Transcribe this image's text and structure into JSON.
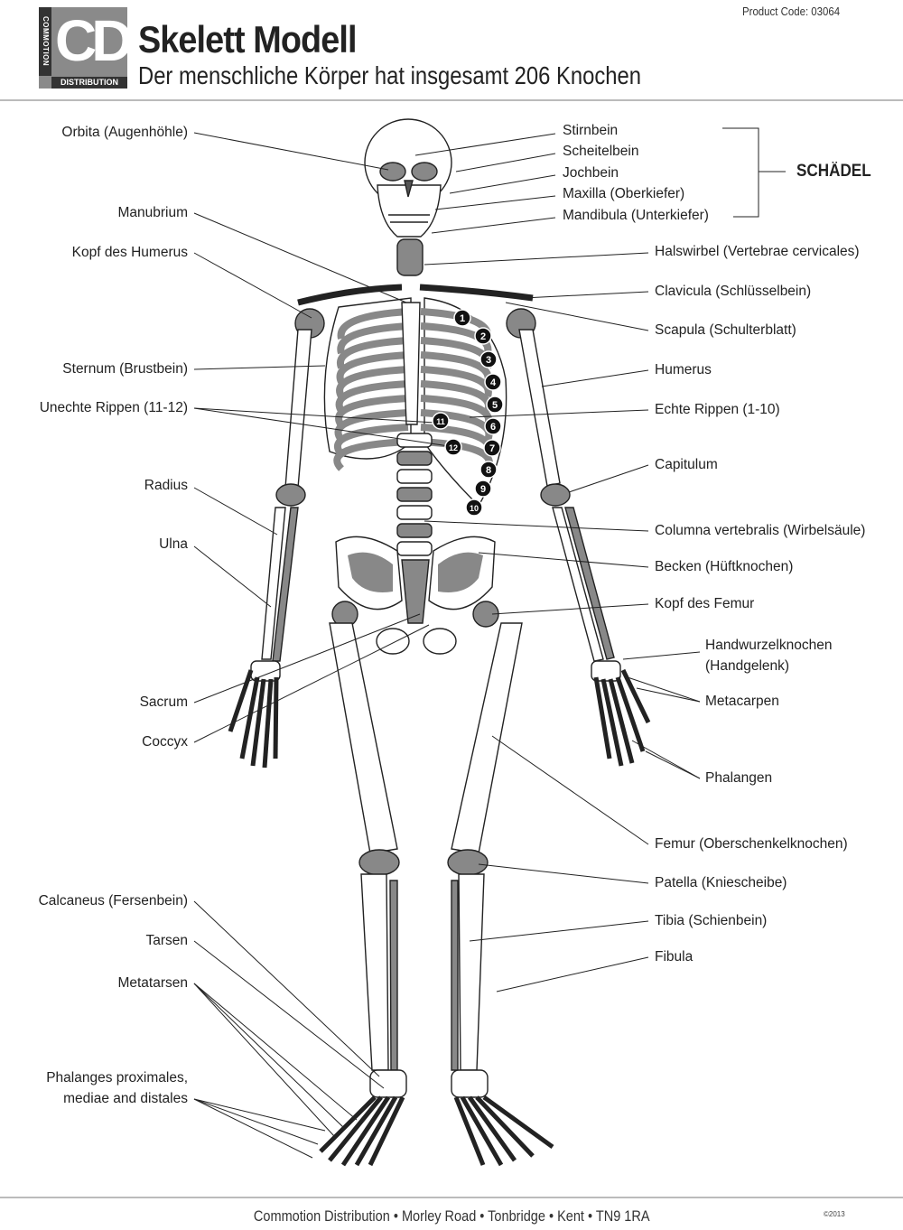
{
  "header": {
    "logo": {
      "letters": "CD",
      "top_text": "COMMOTION",
      "bottom_text": "DISTRIBUTION"
    },
    "product_code": "Product Code: 03064",
    "title": "Skelett Modell",
    "subtitle": "Der menschliche Körper hat insgesamt 206 Knochen"
  },
  "labels_left": [
    "Orbita (Augenhöhle)",
    "Manubrium",
    "Kopf des Humerus",
    "Sternum (Brustbein)",
    "Unechte Rippen (11-12)",
    "Radius",
    "Ulna",
    "Sacrum",
    "Coccyx",
    "Calcaneus (Fersenbein)",
    "Tarsen",
    "Metatarsen",
    "Phalanges proximales,",
    "mediae and distales"
  ],
  "labels_skull": [
    "Stirnbein",
    "Scheitelbein",
    "Jochbein",
    "Maxilla (Oberkiefer)",
    "Mandibula (Unterkiefer)"
  ],
  "skull_group": "SCHÄDEL",
  "labels_right": [
    "Halswirbel (Vertebrae cervicales)",
    "Clavicula (Schlüsselbein)",
    "Scapula (Schulterblatt)",
    "Humerus",
    "Echte Rippen (1-10)",
    "Capitulum",
    "Columna vertebralis (Wirbelsäule)",
    "Becken (Hüftknochen)",
    "Kopf des Femur",
    "Handwurzelknochen",
    "(Handgelenk)",
    "Metacarpen",
    "Phalangen",
    "Femur (Oberschenkelknochen)",
    "Patella (Kniescheibe)",
    "Tibia (Schienbein)",
    "Fibula"
  ],
  "rib_numbers": [
    "1",
    "2",
    "3",
    "4",
    "5",
    "6",
    "7",
    "8",
    "9",
    "10",
    "11",
    "12"
  ],
  "footer": {
    "address": "Commotion Distribution • Morley Road • Tonbridge • Kent • TN9 1RA",
    "copyright": "©2013"
  }
}
